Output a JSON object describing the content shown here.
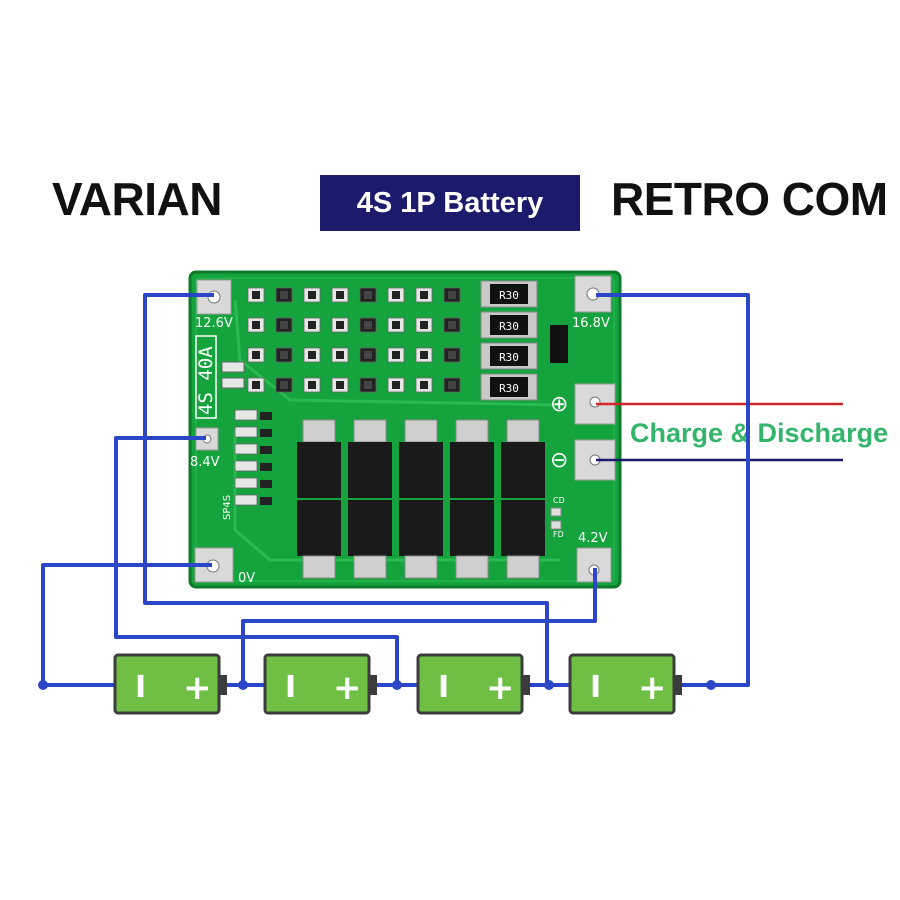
{
  "header": {
    "brand_left": "VARIAN",
    "title": "4S 1P Battery",
    "brand_right": "RETRO COM"
  },
  "board": {
    "rating": "4S 40A",
    "model": "SP4S",
    "resistor_code": "R30",
    "cd_mark": "CD",
    "fd_mark": "FD",
    "terminals": {
      "t_12v6": "12.6V",
      "t_16v8": "16.8V",
      "t_8v4": "8.4V",
      "t_4v2": "4.2V",
      "t_0v": "0V"
    },
    "pad_plus": "⊕",
    "pad_minus": "⊖"
  },
  "output": {
    "label": "Charge & Discharge",
    "positive_wire_color": "#d32626",
    "negative_wire_color": "#1b1a6b"
  },
  "wire_color": "#2b46c7",
  "battery": {
    "count": 4,
    "body_color": "#6fbf44",
    "minus_symbol": "I",
    "plus_symbol": "+"
  }
}
